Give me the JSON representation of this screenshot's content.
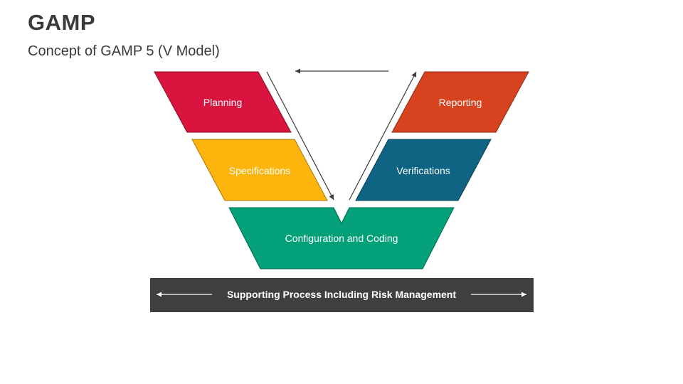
{
  "header": {
    "title": "GAMP",
    "subtitle": "Concept of GAMP 5 (V Model)"
  },
  "diagram": {
    "stages": {
      "planning": {
        "label": "Planning",
        "color": "#D9153F"
      },
      "specifications": {
        "label": "Specifications",
        "color": "#FDB40D"
      },
      "configuration": {
        "label": "Configuration and Coding",
        "color": "#04A07A"
      },
      "verifications": {
        "label": "Verifications",
        "color": "#0E6482"
      },
      "reporting": {
        "label": "Reporting",
        "color": "#D7421F"
      }
    },
    "support_bar": {
      "label": "Supporting Process Including Risk Management",
      "color": "#3F3F3F"
    }
  }
}
